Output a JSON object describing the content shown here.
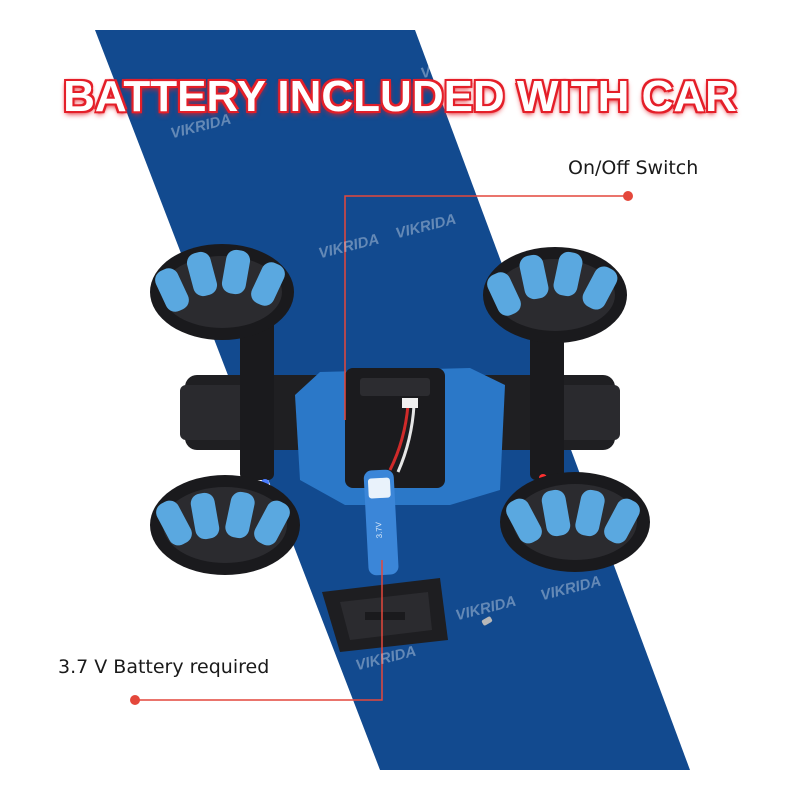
{
  "headline": "BATTERY INCLUDED WITH CAR",
  "callouts": {
    "switch": "On/Off Switch",
    "battery": "3.7 V Battery required"
  },
  "watermark": "VIKRIDA",
  "colors": {
    "background": "#ffffff",
    "stripe": "#124a8f",
    "accent": "#e4473b",
    "wheel_roller": "#5aa8e0",
    "body": "#1f1f22"
  },
  "battery_print": "3.7V"
}
